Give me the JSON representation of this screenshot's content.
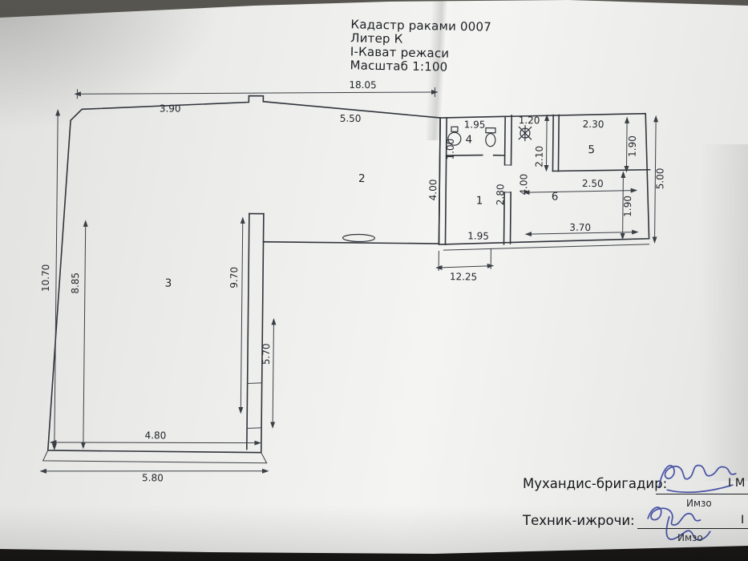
{
  "header": {
    "cadastre": "Кадастр раками 0007",
    "liter": "Литер К",
    "floor": "I-Кават режаси",
    "scale": "Масштаб 1:100"
  },
  "plan": {
    "rooms": {
      "r1": "1",
      "r2": "2",
      "r3": "3",
      "r4": "4",
      "r5": "5",
      "r6": "6"
    },
    "dims": {
      "total_top": "18.05",
      "top_seg1": "3.90",
      "top_seg2": "5.50",
      "wc_width": "1.95",
      "wc_inner": "1.00",
      "shower_width": "1.20",
      "room5_width": "2.30",
      "room5_left": "2.10",
      "room5_right": "1.90",
      "right_height": "5.00",
      "hall_left": "4.00",
      "hall_mid": "2.80",
      "hall_right": "4.00",
      "room6_top": "2.50",
      "room6_right": "1.90",
      "room6_bottom": "3.70",
      "hall_bottom": "1.95",
      "mid_total": "12.25",
      "left_total": "10.70",
      "room3_left": "8.85",
      "mid_wall": "9.70",
      "mid_wall_low": "5.70",
      "room3_bottom": "4.80",
      "bottom_total": "5.80"
    }
  },
  "footer": {
    "engineer_label": "Мухандис-бригадир:",
    "engineer_sign_caption": "Имзо",
    "technician_label": "Техник-ижрочи:",
    "technician_sign_caption": "Имзо",
    "edge_text1": "І М",
    "edge_text2": "І"
  }
}
